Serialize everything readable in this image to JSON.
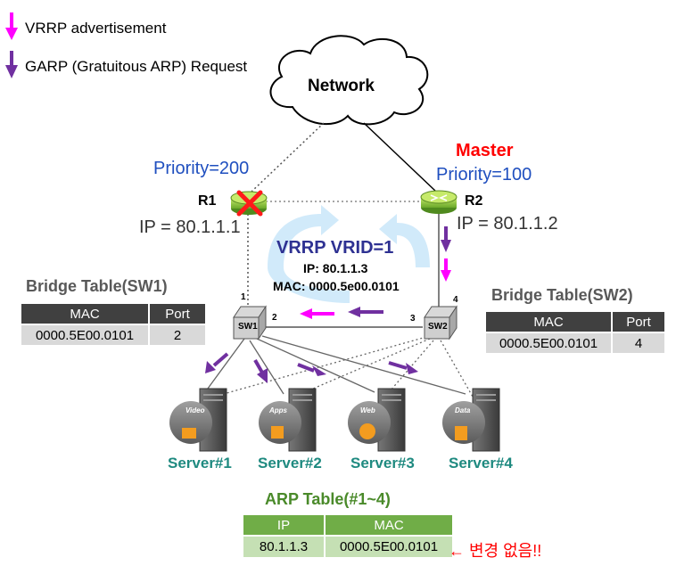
{
  "legend": {
    "vrrp_label": "VRRP advertisement",
    "garp_label": "GARP (Gratuitous ARP) Request",
    "vrrp_color": "#ff00ff",
    "garp_color": "#7030a0"
  },
  "network": {
    "label": "Network"
  },
  "r1": {
    "name": "R1",
    "priority": "Priority=200",
    "ip": "IP = 80.1.1.1"
  },
  "r2": {
    "name": "R2",
    "role": "Master",
    "priority": "Priority=100",
    "ip": "IP = 80.1.1.2"
  },
  "vrrp": {
    "title": "VRRP VRID=1",
    "ip": "IP: 80.1.1.3",
    "mac": "MAC: 0000.5e00.0101"
  },
  "sw1": {
    "name": "SW1",
    "ports": [
      "1",
      "2"
    ]
  },
  "sw2": {
    "name": "SW2",
    "ports": [
      "3",
      "4"
    ]
  },
  "bridge_sw1": {
    "title": "Bridge Table(SW1)",
    "headers": [
      "MAC",
      "Port"
    ],
    "row": [
      "0000.5E00.0101",
      "2"
    ]
  },
  "bridge_sw2": {
    "title": "Bridge Table(SW2)",
    "headers": [
      "MAC",
      "Port"
    ],
    "row": [
      "0000.5E00.0101",
      "4"
    ]
  },
  "servers": [
    {
      "name": "Server#1",
      "tag": "Video"
    },
    {
      "name": "Server#2",
      "tag": "Apps"
    },
    {
      "name": "Server#3",
      "tag": "Web"
    },
    {
      "name": "Server#4",
      "tag": "Data"
    }
  ],
  "arp": {
    "title": "ARP Table(#1~4)",
    "headers": [
      "IP",
      "MAC"
    ],
    "row": [
      "80.1.1.3",
      "0000.5E00.0101"
    ],
    "note": "← 변경 없음!!"
  }
}
